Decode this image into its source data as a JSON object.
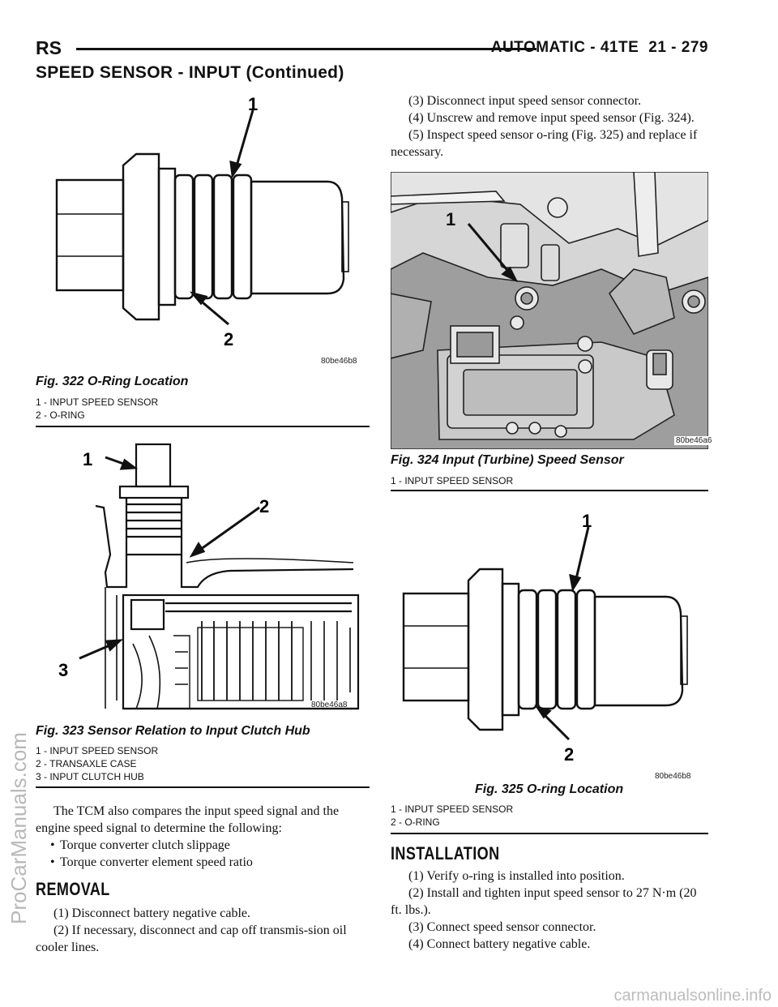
{
  "header": {
    "left": "RS",
    "section": "AUTOMATIC - 41TE",
    "page": "21 - 279"
  },
  "section_title": "SPEED SENSOR - INPUT (Continued)",
  "figures": {
    "fig322": {
      "code": "80be46b8",
      "caption": "Fig. 322 O-Ring Location",
      "legend": [
        "1 - INPUT SPEED SENSOR",
        "2 - O-RING"
      ],
      "callouts": [
        "1",
        "2"
      ]
    },
    "fig323": {
      "code": "80be46a8",
      "caption": "Fig. 323 Sensor Relation to Input Clutch Hub",
      "legend": [
        "1 - INPUT SPEED SENSOR",
        "2 - TRANSAXLE CASE",
        "3 - INPUT CLUTCH HUB"
      ],
      "callouts": [
        "1",
        "2",
        "3"
      ]
    },
    "fig324": {
      "code": "80be46a6",
      "caption": "Fig. 324 Input (Turbine) Speed Sensor",
      "legend": [
        "1 - INPUT SPEED SENSOR"
      ],
      "callouts": [
        "1"
      ]
    },
    "fig325": {
      "code": "80be46b8",
      "caption": "Fig. 325 O-ring Location",
      "legend": [
        "1 - INPUT SPEED SENSOR",
        "2 - O-RING"
      ],
      "callouts": [
        "1",
        "2"
      ]
    }
  },
  "left_text": {
    "intro": "The TCM also compares the input speed signal and the engine speed signal to determine the following:",
    "bullets": [
      "Torque converter clutch slippage",
      "Torque converter element speed ratio"
    ],
    "bullet_glyph": "•",
    "removal_heading": "REMOVAL",
    "removal_steps": [
      "(1) Disconnect battery negative cable.",
      "(2) If necessary, disconnect and cap off transmis-sion oil cooler lines."
    ]
  },
  "right_text": {
    "steps_top": [
      "(3) Disconnect input speed sensor connector.",
      "(4) Unscrew and remove input speed sensor (Fig. 324).",
      "(5) Inspect speed sensor o-ring (Fig. 325) and replace if necessary."
    ],
    "installation_heading": "INSTALLATION",
    "installation_steps": [
      "(1) Verify o-ring is installed into position.",
      "(2) Install and tighten input speed sensor to 27 N·m (20 ft. lbs.).",
      "(3) Connect speed sensor connector.",
      "(4) Connect battery negative cable."
    ]
  },
  "watermarks": {
    "side": "ProCarManuals.com",
    "bottom": "carmanualsonline.info"
  }
}
